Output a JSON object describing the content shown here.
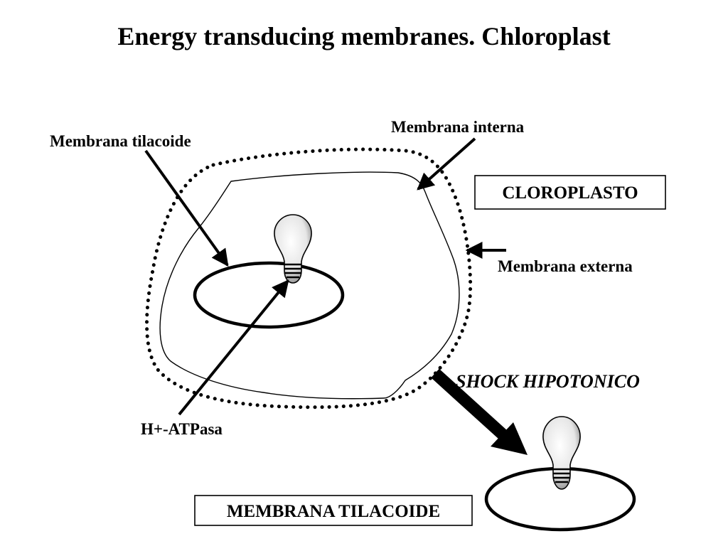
{
  "title": "Energy transducing membranes. Chloroplast",
  "labels": {
    "membrana_tilacoide": "Membrana  tilacoide",
    "membrana_interna": "Membrana  interna",
    "membrana_externa": "Membrana  externa",
    "h_atpasa": "H+-ATPasa",
    "shock_hipotonico": "SHOCK  HIPOTONICO"
  },
  "boxes": {
    "cloroplasto": "CLOROPLASTO",
    "membrana_tilacoide_box": "MEMBRANA  TILACOIDE"
  }
}
